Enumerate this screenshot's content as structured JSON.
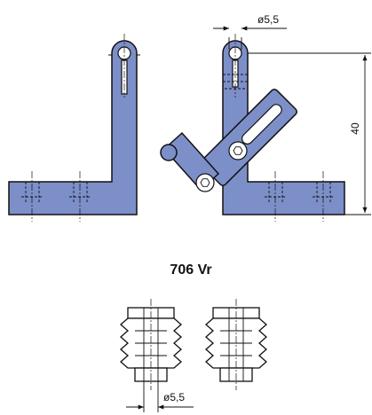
{
  "title": "706 Vr",
  "dimensions": {
    "top_bore": "ø5,5",
    "height": "40",
    "bottom_bore": "ø5,5"
  },
  "colors": {
    "part_fill": "#7c8fc8",
    "line": "#111111"
  }
}
